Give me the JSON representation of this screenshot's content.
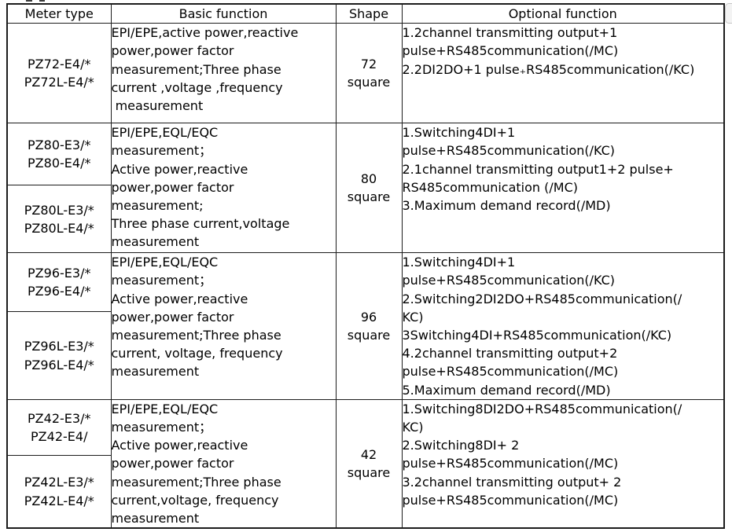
{
  "colors": {
    "border": "#1c1c1c",
    "text": "#000000",
    "background": "#ffffff",
    "scroll_thumb": "#f3f3f3"
  },
  "table": {
    "headers": [
      "Meter type",
      "Basic function",
      "Shape",
      "Optional function"
    ],
    "rows": [
      {
        "meter_cells": [
          "PZ72-E4/*\nPZ72L-E4/*"
        ],
        "basic": "EPI/EPE,active power,reactive\npower,power factor\nmeasurement;Three phase\ncurrent ,voltage ,frequency\n measurement",
        "shape": "72\nsquare",
        "optional": "1.2channel transmitting output+1\npulse+RS485communication(/MC)\n2.2DI2DO+1 pulse₊RS485communication(/KC)"
      },
      {
        "meter_cells": [
          "PZ80-E3/*\nPZ80-E4/*",
          "PZ80L-E3/*\nPZ80L-E4/*"
        ],
        "basic": "EPI/EPE,EQL/EQC\nmeasurement；\nActive power,reactive\npower,power factor\nmeasurement;\nThree phase current,voltage\nmeasurement",
        "shape": "80\nsquare",
        "optional": "1.Switching4DI+1\npulse+RS485communication(/KC)\n2.1channel transmitting output1+2 pulse+\nRS485communication (/MC)\n3.Maximum demand record(/MD)"
      },
      {
        "meter_cells": [
          "PZ96-E3/*\nPZ96-E4/*",
          "PZ96L-E3/*\nPZ96L-E4/*"
        ],
        "basic": "EPI/EPE,EQL/EQC\nmeasurement；\nActive power,reactive\npower,power factor\nmeasurement;Three phase\ncurrent, voltage, frequency\nmeasurement",
        "shape": "96\nsquare",
        "optional": "1.Switching4DI+1\npulse+RS485communication(/KC)\n2.Switching2DI2DO+RS485communication(/\nKC)\n3Switching4DI+RS485communication(/KC)\n4.2channel transmitting output+2\npulse+RS485communication(/MC)\n5.Maximum demand record(/MD)"
      },
      {
        "meter_cells": [
          "PZ42-E3/*\nPZ42-E4/",
          "PZ42L-E3/*\nPZ42L-E4/*"
        ],
        "basic": "EPI/EPE,EQL/EQC\nmeasurement；\nActive power,reactive\npower,power factor\nmeasurement;Three phase\ncurrent,voltage, frequency\nmeasurement",
        "shape": "42\nsquare",
        "optional": "1.Switching8DI2DO+RS485communication(/\nKC)\n2.Switching8DI+ 2\npulse+RS485communication(/MC)\n3.2channel transmitting output+ 2\npulse+RS485communication(/MC)"
      }
    ]
  }
}
